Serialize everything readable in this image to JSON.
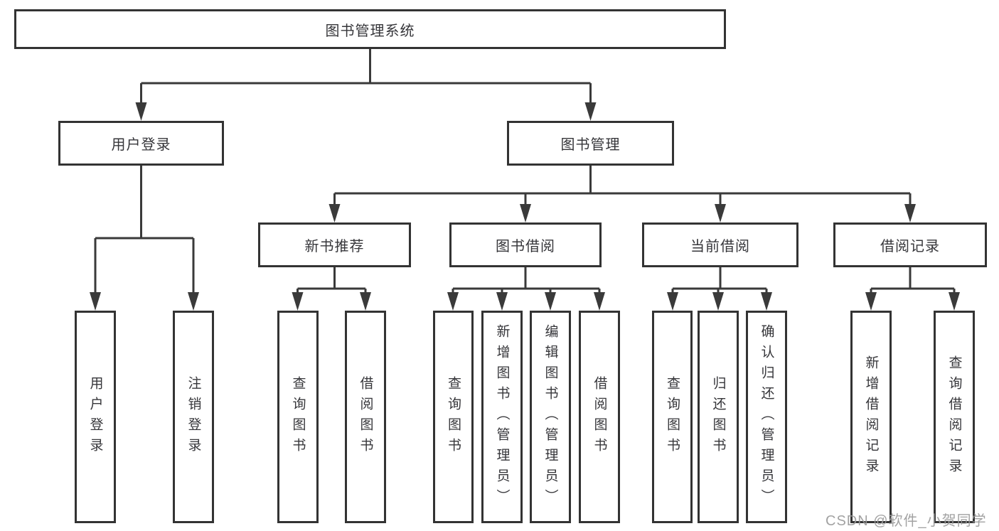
{
  "diagram": {
    "root": {
      "label": "图书管理系统"
    },
    "level2": [
      {
        "label": "用户登录"
      },
      {
        "label": "图书管理"
      }
    ],
    "level3": [
      {
        "label": "新书推荐"
      },
      {
        "label": "图书借阅"
      },
      {
        "label": "当前借阅"
      },
      {
        "label": "借阅记录"
      }
    ],
    "leaves": {
      "user_login": [
        "用户登录",
        "注销登录"
      ],
      "new_book_recommend": [
        "查询图书",
        "借阅图书"
      ],
      "book_borrow": [
        "查询图书",
        "新增图书（管理员）",
        "编辑图书（管理员）",
        "借阅图书"
      ],
      "current_borrow": [
        "查询图书",
        "归还图书",
        "确认归还（管理员）"
      ],
      "borrow_records": [
        "新增借阅记录",
        "查询借阅记录"
      ]
    },
    "colors": {
      "line": "#3a3a3a",
      "box_border": "#333333",
      "text": "#36363a",
      "watermark": "#9a9a9a"
    }
  },
  "watermark": {
    "text": "CSDN @软件_小贺同学"
  }
}
